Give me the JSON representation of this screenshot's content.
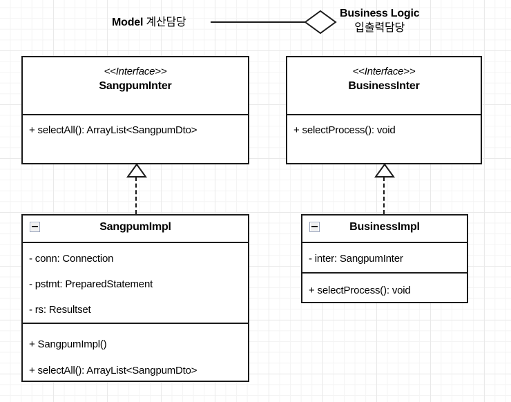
{
  "diagram": {
    "title": "UML class diagram",
    "annotations": [
      {
        "id": "model-note",
        "bold_text": "Model",
        "kr_text": "계산담당"
      },
      {
        "id": "business-note",
        "bold_text": "Business Logic",
        "kr_text": "입출력담당"
      }
    ],
    "connector_glyphs": {
      "aggregation_diamond": "hollow-diamond",
      "realization_arrow": "hollow-triangle"
    },
    "classes": [
      {
        "id": "sangpum-inter",
        "kind": "interface",
        "stereotype": "<<Interface>>",
        "name": "SangpumInter",
        "attributes": [],
        "operations": [
          "+ selectAll(): ArrayList<SangpumDto>"
        ]
      },
      {
        "id": "business-inter",
        "kind": "interface",
        "stereotype": "<<Interface>>",
        "name": "BusinessInter",
        "attributes": [],
        "operations": [
          "+ selectProcess(): void"
        ]
      },
      {
        "id": "sangpum-impl",
        "kind": "class",
        "name": "SangpumImpl",
        "collapse_icon": "minus-icon",
        "attributes": [
          "- conn: Connection",
          "- pstmt: PreparedStatement",
          "- rs: Resultset"
        ],
        "operations": [
          "+ SangpumImpl()",
          "+ selectAll(): ArrayList<SangpumDto>"
        ]
      },
      {
        "id": "business-impl",
        "kind": "class",
        "name": "BusinessImpl",
        "collapse_icon": "minus-icon",
        "attributes": [
          "- inter: SangpumInter"
        ],
        "operations": [
          "+ selectProcess(): void"
        ]
      }
    ],
    "colors": {
      "border": "#1a1a1a",
      "fill": "#ffffff",
      "grid_minor": "#f4f4f4",
      "grid_major": "#e9e9e9",
      "button_border": "#9aa4bb"
    }
  }
}
